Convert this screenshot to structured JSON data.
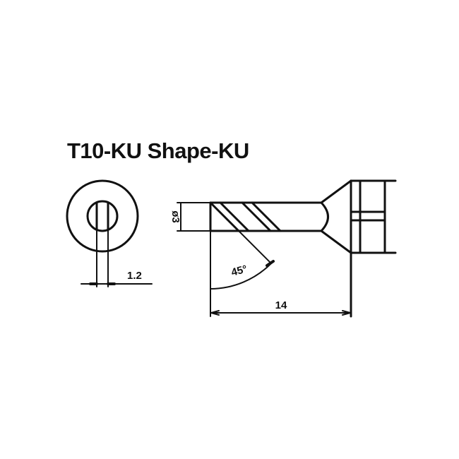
{
  "title": "T10-KU Shape-KU",
  "dimensions": {
    "flat_width": "1.2",
    "diameter": "ø3",
    "angle": "45°",
    "length": "14"
  },
  "colors": {
    "ink": "#111111",
    "background": "#ffffff"
  }
}
